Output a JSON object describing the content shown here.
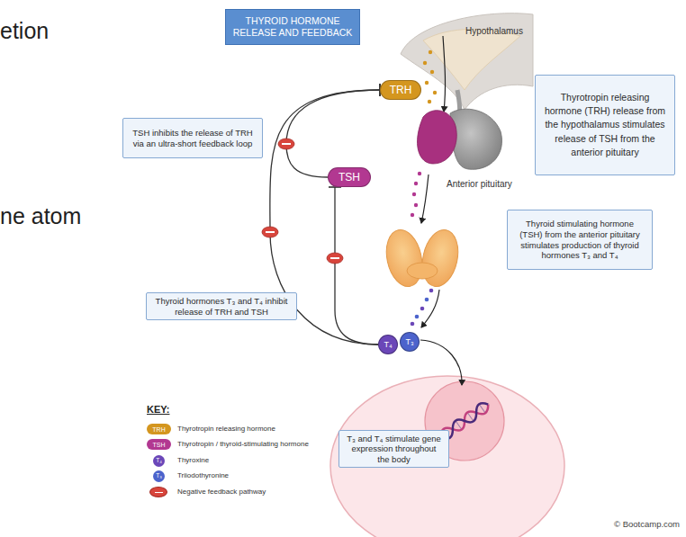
{
  "diagram": {
    "title": "THYROID HORMONE RELEASE AND FEEDBACK",
    "nodes": [
      {
        "text": [
          "TRH"
        ]
      },
      {
        "text": [
          "Thyrotropin releasing hormone (TRH) release from the hypothalamus stimulates release of TSH from the anterior pituitary"
        ]
      },
      {
        "text": [
          "TSH inhibits the release of TRH via an ultra-short feedback loop"
        ]
      },
      {
        "text": [
          "TSH"
        ]
      },
      {
        "text": [
          "Thyroid stimulating hormone (TSH) from the anterior pituitary stimulates production of thyroid hormones T₃ and T₄"
        ]
      },
      {
        "text": [
          "Thyroid hormones T₃ and T₄ inhibit release of TRH and TSH"
        ]
      },
      {
        "text": [
          "T₄"
        ]
      },
      {
        "text": [
          "T₃"
        ]
      },
      {
        "text": [
          "T₃ and T₄ stimulate gene expression throughout the body"
        ]
      }
    ],
    "edges": [
      {
        "from": 3,
        "to": 0,
        "arrow": "to"
      },
      {
        "from": 6,
        "to": 0,
        "arrow": "to"
      },
      {
        "from": 6,
        "to": 3,
        "arrow": "to"
      }
    ],
    "labels": [
      "etion",
      "ne atom",
      "Hypothalamus",
      "Anterior pituitary",
      "KEY:",
      "TRH",
      "TSH",
      "T₄",
      "T₃",
      "© Bootcamp.com"
    ],
    "legend": [
      {
        "text": "Thyrotropin releasing hormone",
        "color": "#d4961f"
      },
      {
        "text": "Thyrotropin / thyroid-stimulating hormone",
        "color": "#b23891"
      },
      {
        "text": "Thyroxine",
        "color": "#6b47b8"
      },
      {
        "text": "Triiodothyronine",
        "color": "#4c63cc"
      },
      {
        "text": "Negative feedback pathway",
        "color": "#d8453c"
      }
    ]
  }
}
